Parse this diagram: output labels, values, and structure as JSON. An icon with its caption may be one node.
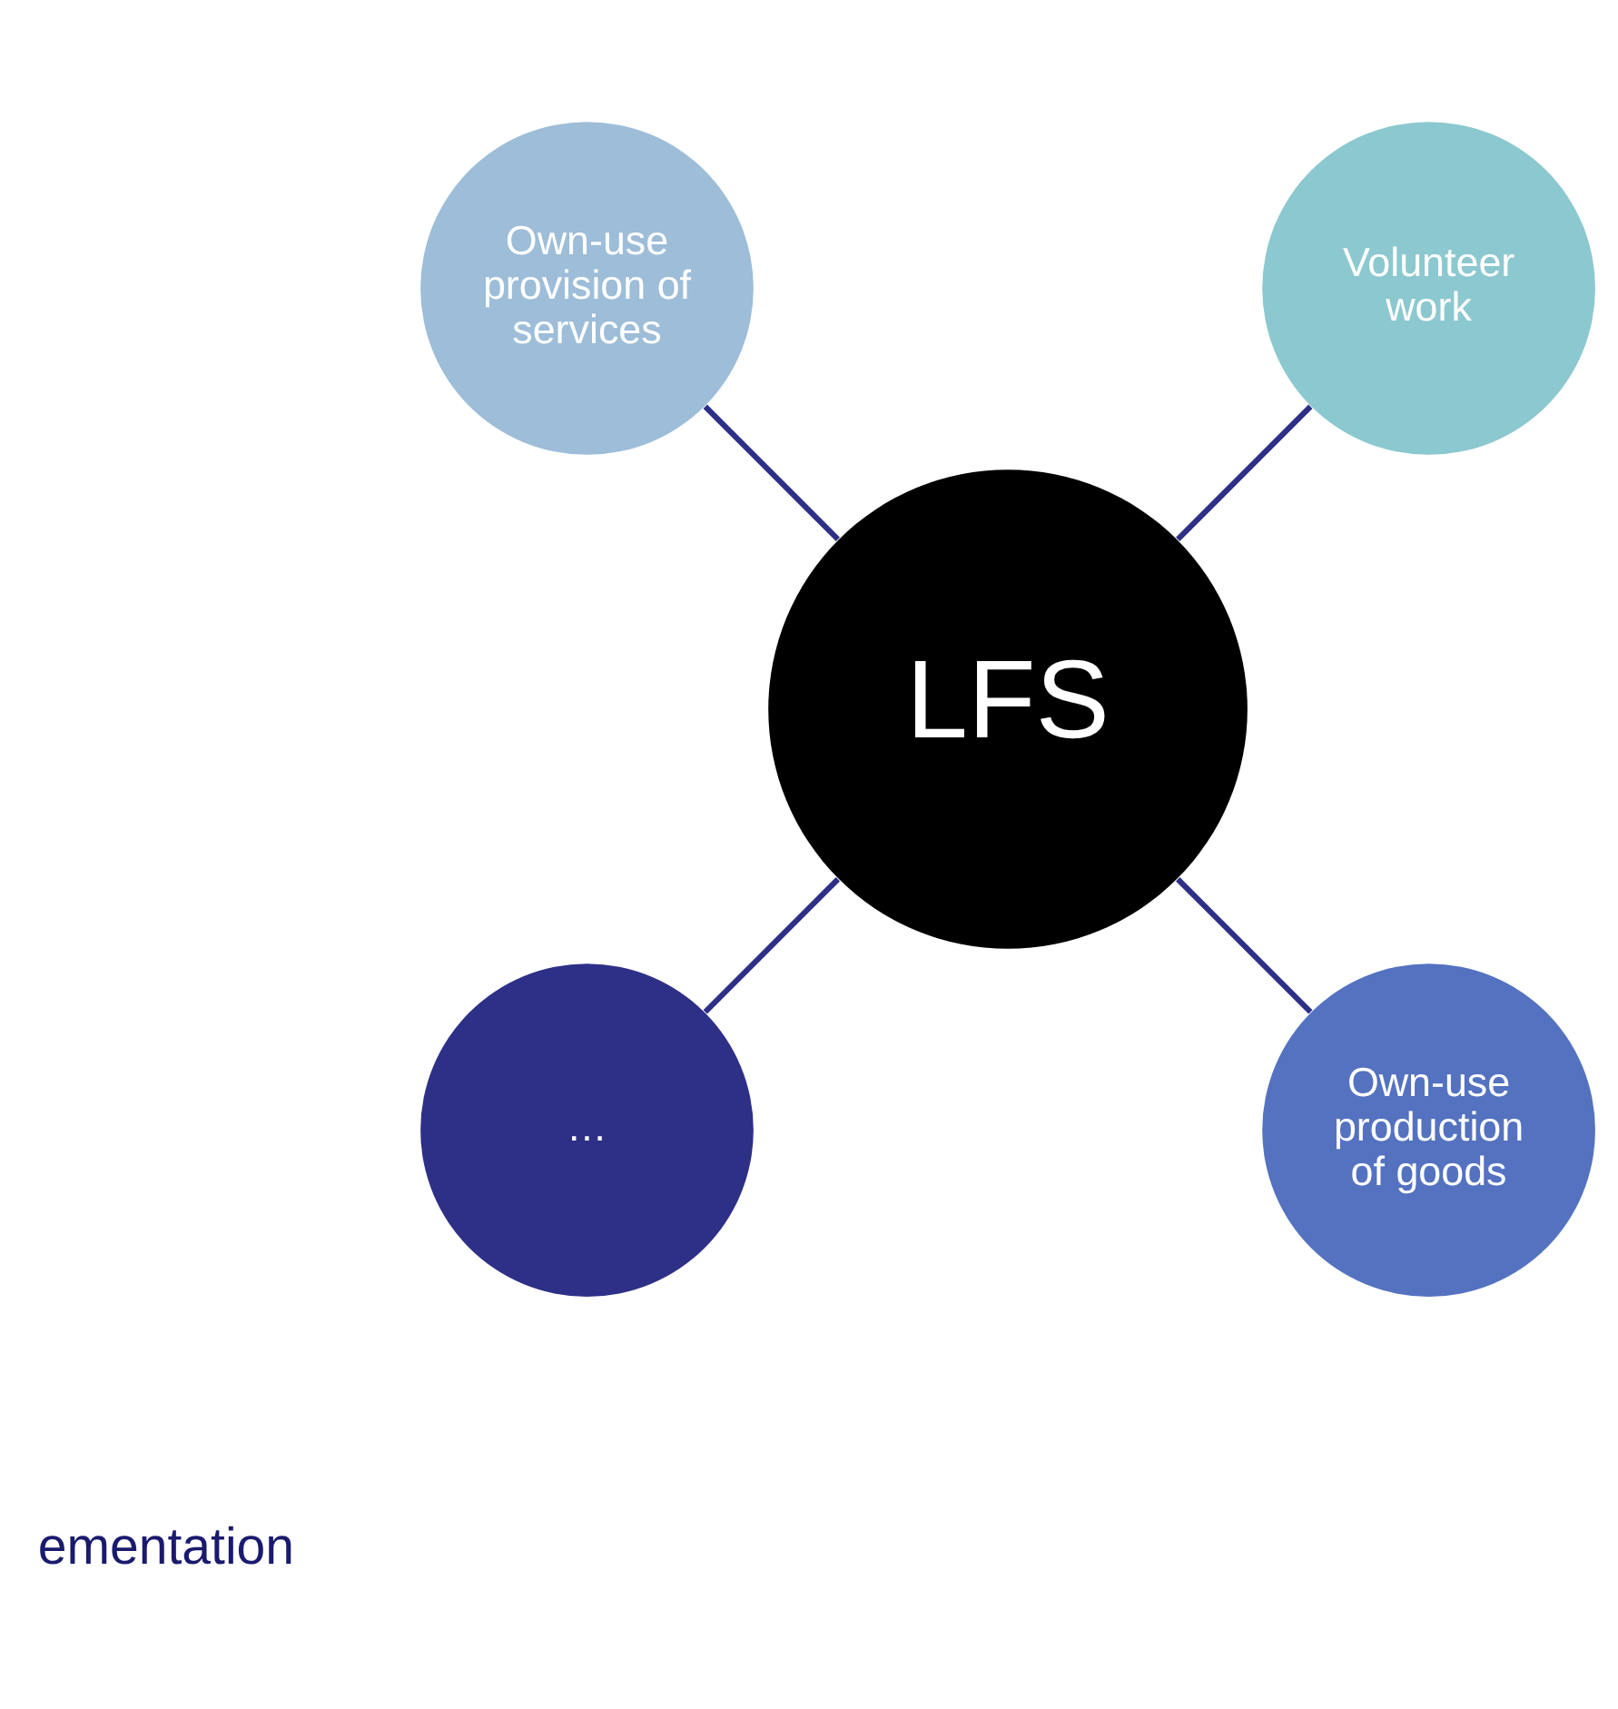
{
  "diagram": {
    "nodes": [
      {
        "text": [
          "LFS"
        ]
      },
      {
        "text": [
          "Volunteer work"
        ]
      },
      {
        "text": [
          "Own-use provision of services"
        ]
      },
      {
        "text": [
          "…"
        ]
      },
      {
        "text": [
          "Own-use production of goods"
        ]
      }
    ],
    "edges": [
      {
        "from": 0,
        "to": 1,
        "arrow": "none"
      },
      {
        "from": 0,
        "to": 2,
        "arrow": "none"
      },
      {
        "from": 0,
        "to": 3,
        "arrow": "none"
      },
      {
        "from": 0,
        "to": 4,
        "arrow": "none"
      }
    ],
    "labels": [
      "ementation"
    ]
  }
}
